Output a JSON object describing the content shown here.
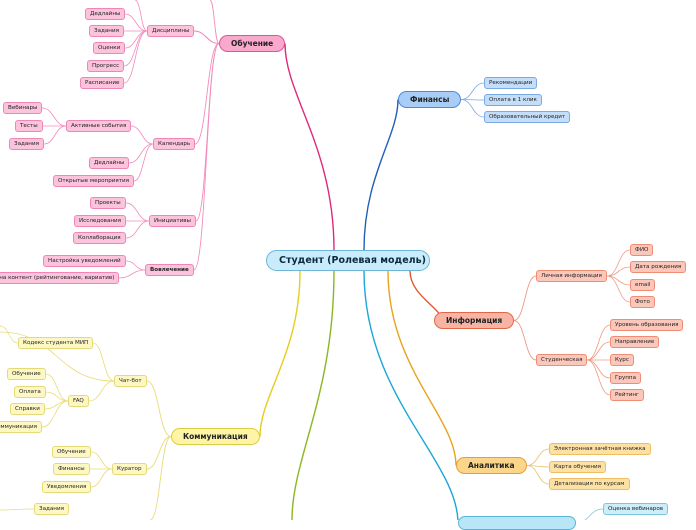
{
  "root": {
    "label": "Студент (Ролевая модель)"
  },
  "branches": {
    "learning": {
      "label": "Обучение",
      "disciplines": {
        "label": "Дисциплины",
        "items": [
          "Дедлайны",
          "Задания",
          "Оценки",
          "Прогресс",
          "Расписание"
        ]
      },
      "calendar": {
        "label": "Календарь",
        "active_events": {
          "label": "Активные события",
          "items": [
            "Вебинары",
            "Тесты",
            "Задания"
          ]
        },
        "items": [
          "Дедлайны",
          "Открытые мероприятия"
        ]
      },
      "initiatives": {
        "label": "Инициативы",
        "items": [
          "Проекты",
          "Исследования",
          "Коллаборация"
        ]
      },
      "engagement": {
        "label": "Вовлечение",
        "items": [
          "Настройка уведомлений",
          "Реакция на контент (рейтингование, вариатив)"
        ]
      }
    },
    "finance": {
      "label": "Финансы",
      "items": [
        "Рекомендации",
        "Оплата в 1 клик",
        "Образовательный кредит"
      ]
    },
    "info": {
      "label": "Информация",
      "personal": {
        "label": "Личная информация",
        "items": [
          "ФИО",
          "Дата рождения",
          "email",
          "Фото"
        ]
      },
      "student": {
        "label": "Студенческая",
        "items": [
          "Уровень образования",
          "Направление",
          "Курс",
          "Группа",
          "Рейтинг"
        ]
      }
    },
    "analytics": {
      "label": "Аналитика",
      "items": [
        "Электронная зачётная книжка",
        "Карта обучения",
        "Детализация по курсам"
      ]
    },
    "communication": {
      "label": "Коммуникация",
      "chatbot": {
        "label": "Чат-бот",
        "code": "Кодекс студента МИП",
        "faq": {
          "label": "FAQ",
          "items": [
            "Обучение",
            "Оплата",
            "Справки",
            "Коммуникация"
          ]
        }
      },
      "curator": {
        "label": "Куратор",
        "items": [
          "Обучение",
          "Финансы",
          "Уведомления"
        ]
      },
      "tasks": "Задания"
    },
    "cyan_branch": {
      "items": [
        "Оценка вебинаров"
      ]
    }
  },
  "colors": {
    "learning": "#e0287a",
    "finance": "#1f5fb5",
    "info": "#e2572f",
    "analytics": "#eaa21c",
    "communication": "#e6cc1e",
    "green": "#8cb522",
    "cyan": "#1aa6d8"
  }
}
